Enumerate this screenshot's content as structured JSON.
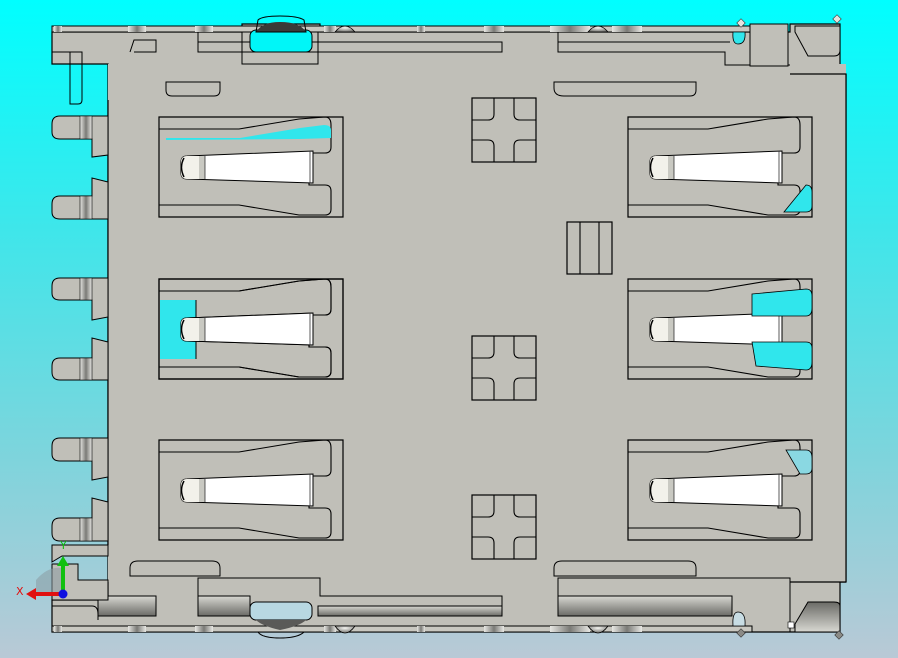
{
  "viewport": {
    "view_type": "CAD model viewport (top view)",
    "background_top": "#00ffff",
    "background_bottom": "#b9c9d6",
    "body_color": "#c0bfb8",
    "edge_color": "#000000",
    "cavity_color": "#4de3ea",
    "contact_color": "#ffffff"
  },
  "model": {
    "description": "6-pin SIM card connector",
    "contact_count": 6,
    "contacts": [
      {
        "id": "C1",
        "row": 1,
        "side": "left"
      },
      {
        "id": "C2",
        "row": 2,
        "side": "left"
      },
      {
        "id": "C3",
        "row": 3,
        "side": "left"
      },
      {
        "id": "C5",
        "row": 1,
        "side": "right"
      },
      {
        "id": "C6",
        "row": 2,
        "side": "right"
      },
      {
        "id": "C7",
        "row": 3,
        "side": "right"
      }
    ]
  },
  "triad": {
    "x_label": "X",
    "y_label": "Y",
    "x_color": "#e01010",
    "y_color": "#10c010",
    "z_color": "#1010e0"
  }
}
